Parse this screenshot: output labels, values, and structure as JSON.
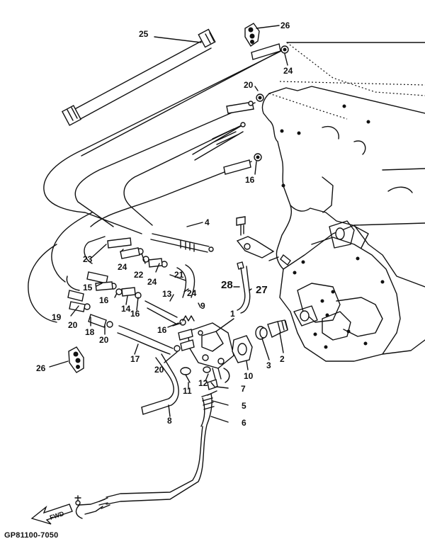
{
  "diagram": {
    "code": "GP81100-7050",
    "fwd_label": "FWD",
    "callouts": [
      {
        "id": "c1",
        "label": "1"
      },
      {
        "id": "c2",
        "label": "2"
      },
      {
        "id": "c3",
        "label": "3"
      },
      {
        "id": "c4",
        "label": "4"
      },
      {
        "id": "c5",
        "label": "5"
      },
      {
        "id": "c6",
        "label": "6"
      },
      {
        "id": "c7",
        "label": "7"
      },
      {
        "id": "c8",
        "label": "8"
      },
      {
        "id": "c9",
        "label": "9"
      },
      {
        "id": "c10",
        "label": "10"
      },
      {
        "id": "c11",
        "label": "11"
      },
      {
        "id": "c12",
        "label": "12"
      },
      {
        "id": "c13",
        "label": "13"
      },
      {
        "id": "c14",
        "label": "14"
      },
      {
        "id": "c15",
        "label": "15"
      },
      {
        "id": "c16a",
        "label": "16"
      },
      {
        "id": "c16b",
        "label": "16"
      },
      {
        "id": "c16c",
        "label": "16"
      },
      {
        "id": "c16d",
        "label": "16"
      },
      {
        "id": "c17",
        "label": "17"
      },
      {
        "id": "c18",
        "label": "18"
      },
      {
        "id": "c19",
        "label": "19"
      },
      {
        "id": "c20a",
        "label": "20"
      },
      {
        "id": "c20b",
        "label": "20"
      },
      {
        "id": "c20c",
        "label": "20"
      },
      {
        "id": "c20d",
        "label": "20"
      },
      {
        "id": "c21",
        "label": "21"
      },
      {
        "id": "c22",
        "label": "22"
      },
      {
        "id": "c23",
        "label": "23"
      },
      {
        "id": "c24a",
        "label": "24"
      },
      {
        "id": "c24b",
        "label": "24"
      },
      {
        "id": "c24c",
        "label": "24"
      },
      {
        "id": "c24d",
        "label": "24"
      },
      {
        "id": "c25",
        "label": "25"
      },
      {
        "id": "c26a",
        "label": "26"
      },
      {
        "id": "c26b",
        "label": "26"
      },
      {
        "id": "c27",
        "label": "27"
      },
      {
        "id": "c28",
        "label": "28"
      }
    ]
  }
}
